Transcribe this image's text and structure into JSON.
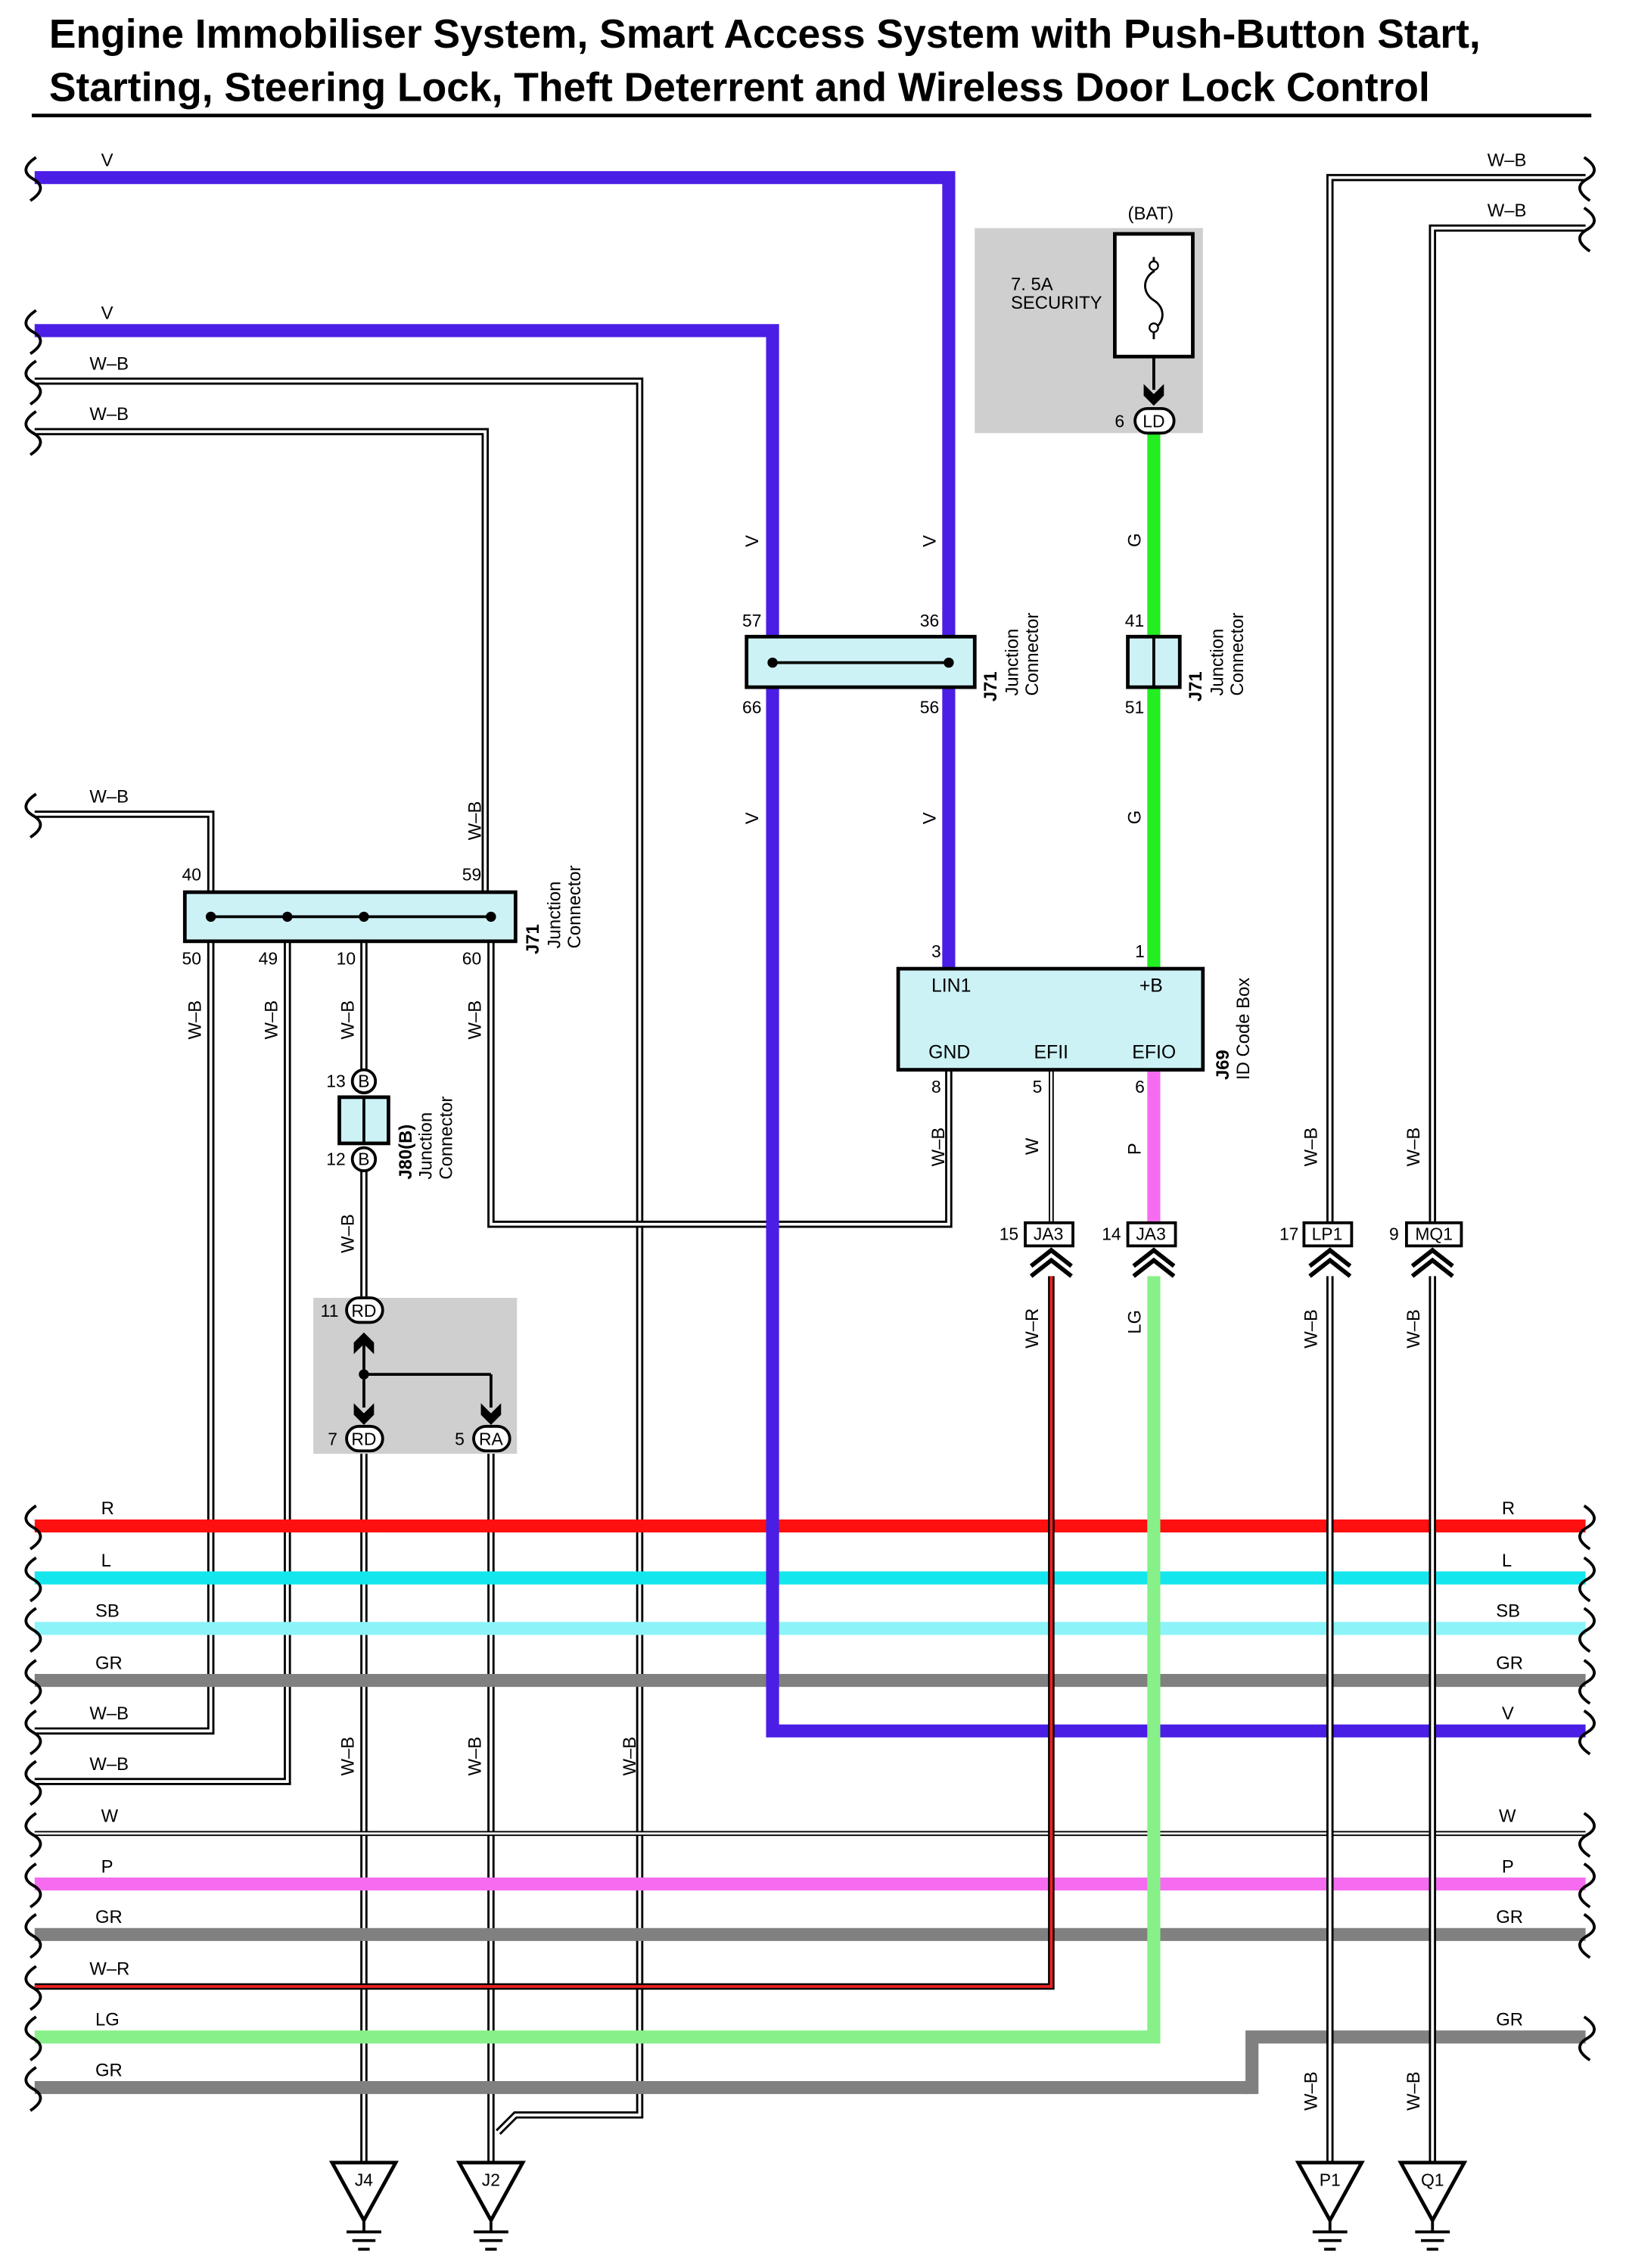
{
  "title": {
    "line1": "Engine Immobiliser System, Smart Access System with Push-Button Start,",
    "line2": "Starting, Steering Lock, Theft Deterrent and Wireless Door Lock Control"
  },
  "colors": {
    "V": "#4b1ee6",
    "G": "#22ee22",
    "R": "#ff1010",
    "L": "#15e6ee",
    "SB": "#8cf4f8",
    "GR": "#808080",
    "P": "#f66cf0",
    "LG": "#88f088",
    "W-R": "#ee2020",
    "fuse_bg": "#cfcfcf",
    "connector_fill": "#cdf2f6"
  },
  "wire_colors": {
    "V": "V",
    "WB": "W–B",
    "G": "G",
    "P": "P",
    "W": "W",
    "WR": "W–R",
    "LG": "LG",
    "R": "R",
    "L": "L",
    "SB": "SB",
    "GR": "GR"
  },
  "fuse": {
    "supply": "(BAT)",
    "rating": "7. 5A",
    "name": "SECURITY",
    "pin": "6",
    "connector": "LD"
  },
  "j71_a": {
    "code": "J71",
    "desc1": "Junction",
    "desc2": "Connector",
    "pin_tl": "57",
    "pin_tr": "36",
    "pin_bl": "66",
    "pin_br": "56"
  },
  "j71_b": {
    "code": "J71",
    "desc1": "Junction",
    "desc2": "Connector",
    "pin_t": "41",
    "pin_b": "51"
  },
  "j71_c": {
    "code": "J71",
    "desc1": "Junction",
    "desc2": "Connector",
    "pin_tl": "40",
    "pin_tr": "59",
    "pin_b1": "50",
    "pin_b2": "49",
    "pin_b3": "10",
    "pin_b4": "60"
  },
  "j80": {
    "code": "J80(B)",
    "desc1": "Junction",
    "desc2": "Connector",
    "pin_t": "13",
    "pin_b": "12",
    "letter": "B"
  },
  "rd_group": {
    "pin_11": "11",
    "conn_11": "RD",
    "pin_7": "7",
    "conn_7": "RD",
    "pin_5": "5",
    "conn_5": "RA"
  },
  "j69": {
    "code": "J69",
    "name": "ID Code Box",
    "pins": {
      "lin1": {
        "num": "3",
        "label": "LIN1"
      },
      "b": {
        "num": "1",
        "label": "+B"
      },
      "gnd": {
        "num": "8",
        "label": "GND"
      },
      "efii": {
        "num": "5",
        "label": "EFII"
      },
      "efio": {
        "num": "6",
        "label": "EFIO"
      }
    }
  },
  "inline_connectors": [
    {
      "pin": "15",
      "conn": "JA3"
    },
    {
      "pin": "14",
      "conn": "JA3"
    },
    {
      "pin": "17",
      "conn": "LP1"
    },
    {
      "pin": "9",
      "conn": "MQ1"
    }
  ],
  "grounds": [
    "J4",
    "J2",
    "P1",
    "Q1"
  ],
  "bus_left": [
    "R",
    "L",
    "SB",
    "GR",
    "W–B",
    "W–B",
    "W",
    "P",
    "GR",
    "W–R",
    "LG",
    "GR"
  ],
  "bus_right": [
    "R",
    "L",
    "SB",
    "GR",
    "V",
    "W",
    "P",
    "GR",
    "GR"
  ],
  "top_left_wires": [
    "V",
    "V",
    "W–B",
    "W–B",
    "W–B"
  ],
  "top_right_wires": [
    "W–B",
    "W–B"
  ]
}
